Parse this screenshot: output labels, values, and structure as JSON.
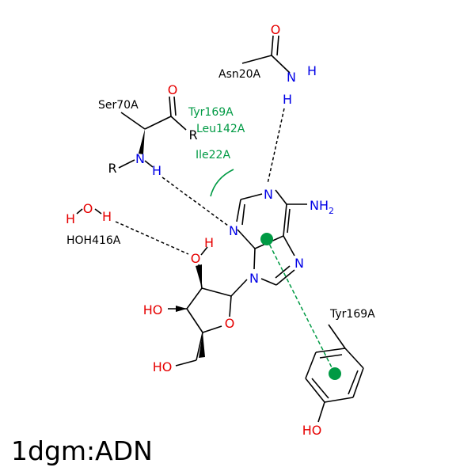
{
  "caption": "1dgm:ADN",
  "colors": {
    "bond": "#000000",
    "oxygen": "#e60000",
    "nitrogen": "#0000e6",
    "hydrophobic": "#009a44",
    "residue_label": "#000000"
  },
  "residues": {
    "asn": "Asn20A",
    "ser": "Ser70A",
    "tyr_top": "Tyr169A",
    "leu": "Leu142A",
    "ile": "Ile22A",
    "water": "HOH416A",
    "tyr_bottom": "Tyr169A"
  },
  "atoms": {
    "O": "O",
    "N": "N",
    "H": "H",
    "R": "R",
    "NH2_main": "NH",
    "NH2_sub": "2",
    "HO": "HO",
    "OH_ring_h": "H"
  }
}
